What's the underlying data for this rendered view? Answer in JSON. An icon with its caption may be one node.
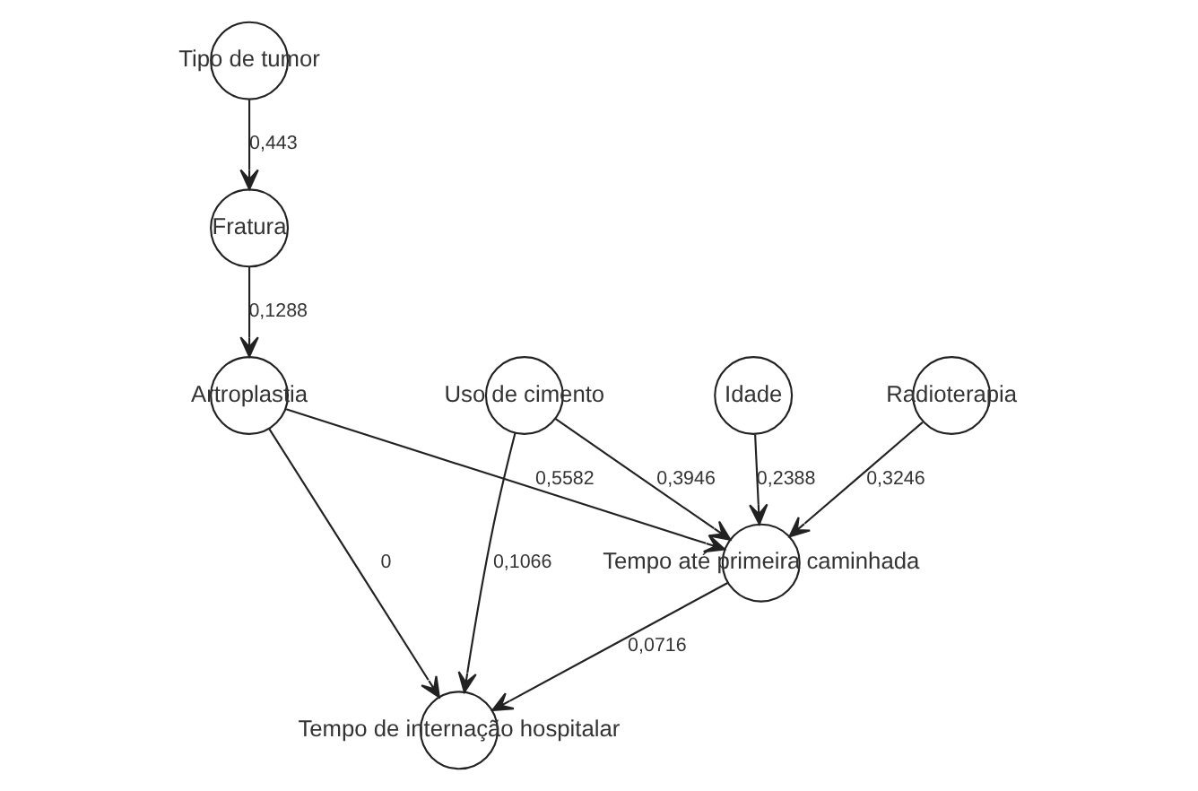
{
  "diagram": {
    "nodes": [
      {
        "text": [
          "Tipo de tumor"
        ]
      },
      {
        "text": [
          "Fratura"
        ]
      },
      {
        "text": [
          "Uso de cimento"
        ]
      },
      {
        "text": [
          "Artroplastia"
        ]
      },
      {
        "text": [
          "Radioterapia"
        ]
      },
      {
        "text": [
          "Idade"
        ]
      },
      {
        "text": [
          "Tempo até primeira caminhada"
        ]
      },
      {
        "text": [
          "Tempo de internação hospitalar"
        ]
      }
    ],
    "edges": [
      {
        "from": 0,
        "to": 1,
        "arrow": "to",
        "label": "0,443"
      },
      {
        "from": 1,
        "to": 3,
        "arrow": "to",
        "label": "0,1288"
      },
      {
        "from": 2,
        "to": 6,
        "arrow": "to",
        "label": "0,3946"
      },
      {
        "from": 3,
        "to": 6,
        "arrow": "to",
        "label": "0,5582"
      },
      {
        "from": 4,
        "to": 6,
        "arrow": "to",
        "label": "0,3246"
      },
      {
        "from": 5,
        "to": 6,
        "arrow": "to",
        "label": "0,2388"
      },
      {
        "from": 2,
        "to": 7,
        "arrow": "to",
        "label": "0,1066"
      },
      {
        "from": 3,
        "to": 7,
        "arrow": "to",
        "label": "0"
      },
      {
        "from": 6,
        "to": 7,
        "arrow": "to",
        "label": "0,0716"
      }
    ]
  }
}
